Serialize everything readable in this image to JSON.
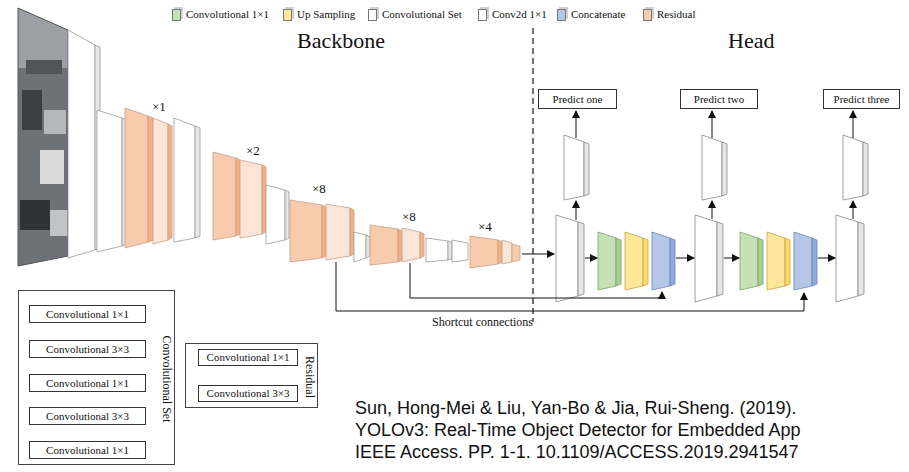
{
  "diagram": {
    "nodes": [
      {
        "text": [
          "Predict one"
        ]
      },
      {
        "text": [
          "Predict two"
        ]
      },
      {
        "text": [
          "Predict three"
        ]
      },
      {
        "text": [
          "Convolutional Set"
        ]
      },
      {
        "text": [
          "Convolutional 1×1"
        ],
        "in": 3
      },
      {
        "text": [
          "Convolutional 3×3"
        ],
        "in": 3
      },
      {
        "text": [
          "Convolutional 1×1"
        ],
        "in": 3
      },
      {
        "text": [
          "Convolutional 3×3"
        ],
        "in": 3
      },
      {
        "text": [
          "Convolutional 1×1"
        ],
        "in": 3
      },
      {
        "text": [
          "Residual"
        ]
      },
      {
        "text": [
          "Convolutional 1×1"
        ],
        "in": 9
      },
      {
        "text": [
          "Convolutional 3×3"
        ],
        "in": 9
      }
    ],
    "edges": [
      {
        "from": 4,
        "to": 5,
        "arrow": "to"
      },
      {
        "from": 5,
        "to": 6,
        "arrow": "to"
      },
      {
        "from": 6,
        "to": 7,
        "arrow": "to"
      },
      {
        "from": 7,
        "to": 8,
        "arrow": "to"
      },
      {
        "from": 10,
        "to": 11,
        "arrow": "to"
      }
    ],
    "labels": [
      "Backbone",
      "Head",
      "×1",
      "×2",
      "×8",
      "×8",
      "×4",
      "Shortcut connections",
      "Sun, Hong-Mei & Liu, Yan-Bo & Jia, Rui-Sheng. (2019).",
      "YOLOv3: Real-Time Object Detector for Embedded App",
      "IEEE Access. PP. 1-1. 10.1109/ACCESS.2019.2941547"
    ],
    "legend": [
      {
        "text": "Convolutional 1×1",
        "color": "#c5e0b4"
      },
      {
        "text": "Up Sampling",
        "color": "#ffe699"
      },
      {
        "text": "Convolutional Set",
        "color": "#ffffff"
      },
      {
        "text": "Conv2d 1×1",
        "color": "#ffffff"
      },
      {
        "text": "Concatenate",
        "color": "#b4c7e7"
      },
      {
        "text": "Residual",
        "color": "#f8cbad"
      }
    ]
  }
}
